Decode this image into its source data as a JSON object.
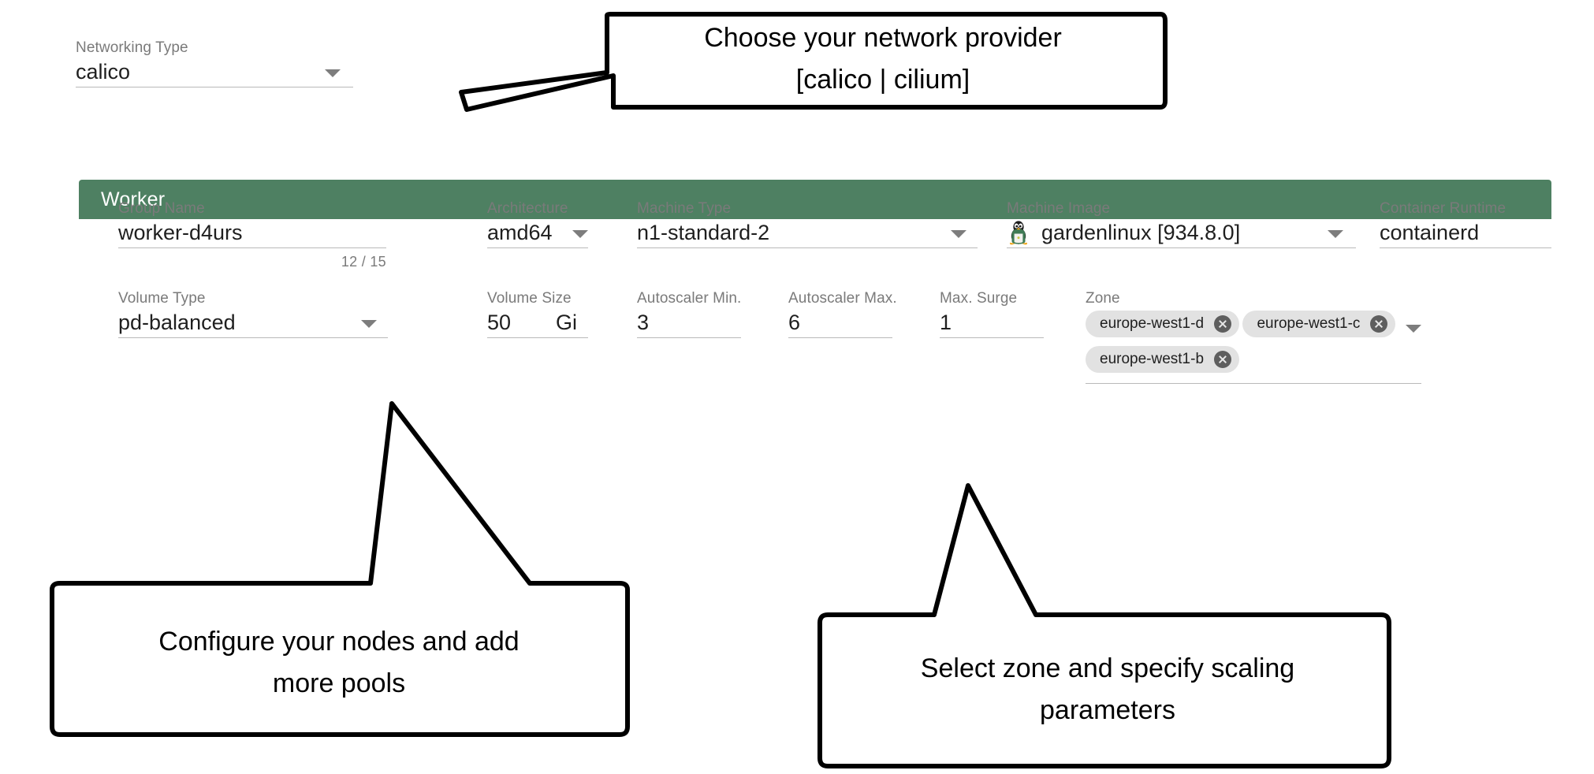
{
  "networking": {
    "label": "Networking Type",
    "value": "calico",
    "caret_icon": "chevron-down-icon"
  },
  "worker": {
    "header_title": "Worker",
    "header_color": "#4e8062",
    "fields": {
      "group_name": {
        "label": "Group Name",
        "value": "worker-d4urs",
        "hint": "12 / 15"
      },
      "architecture": {
        "label": "Architecture",
        "value": "amd64"
      },
      "machine_type": {
        "label": "Machine Type",
        "value": "n1-standard-2"
      },
      "machine_image": {
        "label": "Machine Image",
        "value": "gardenlinux [934.8.0]",
        "icon": "penguin-icon"
      },
      "container_runtime": {
        "label": "Container Runtime",
        "value": "containerd"
      },
      "volume_type": {
        "label": "Volume Type",
        "value": "pd-balanced"
      },
      "volume_size": {
        "label": "Volume Size",
        "value": "50",
        "suffix": "Gi"
      },
      "autoscaler_min": {
        "label": "Autoscaler Min.",
        "value": "3"
      },
      "autoscaler_max": {
        "label": "Autoscaler Max.",
        "value": "6"
      },
      "max_surge": {
        "label": "Max. Surge",
        "value": "1"
      },
      "zone": {
        "label": "Zone",
        "chips": [
          "europe-west1-d",
          "europe-west1-c",
          "europe-west1-b"
        ]
      }
    }
  },
  "callouts": {
    "network": {
      "line1": "Choose your network provider",
      "line2": "[calico | cilium]"
    },
    "nodes": {
      "line1": "Configure your nodes and add",
      "line2": "more pools"
    },
    "zone": {
      "line1": "Select zone and specify scaling",
      "line2": "parameters"
    }
  }
}
